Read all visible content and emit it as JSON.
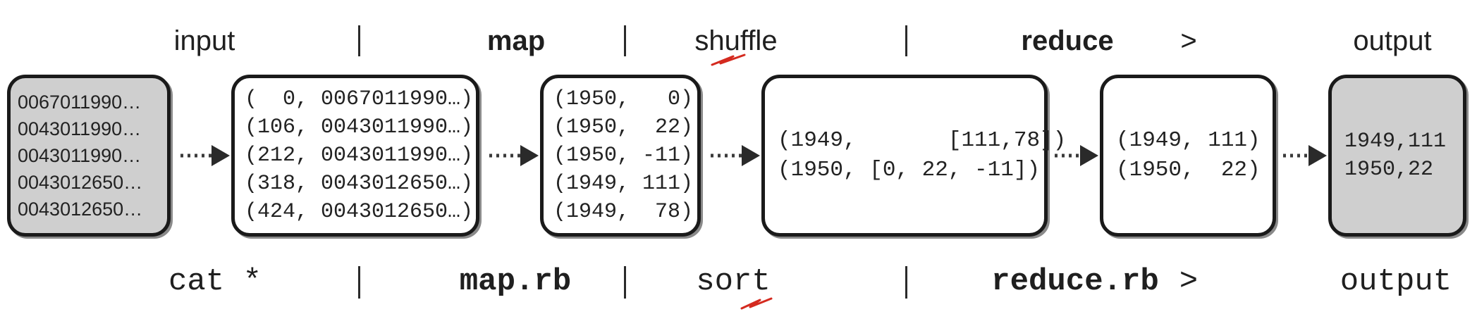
{
  "top_labels": {
    "input": "input",
    "map": "map",
    "shuffle": "shuffle",
    "reduce": "reduce",
    "pipe": ">",
    "output": "output"
  },
  "bottom_labels": {
    "cat": "cat *",
    "map": "map.rb",
    "sort": "sort",
    "reduce": "reduce.rb",
    "pipe": ">",
    "output": "output"
  },
  "input_lines": [
    "0067011990…",
    "0043011990…",
    "0043011990…",
    "0043012650…",
    "0043012650…"
  ],
  "map_input_lines": [
    "(  0, 0067011990…)",
    "(106, 0043011990…)",
    "(212, 0043011990…)",
    "(318, 0043012650…)",
    "(424, 0043012650…)"
  ],
  "map_output_lines": [
    "(1950,   0)",
    "(1950,  22)",
    "(1950, -11)",
    "(1949, 111)",
    "(1949,  78)"
  ],
  "shuffle_lines": [
    "(1949,       [111,78])",
    "(1950, [0, 22, -11])"
  ],
  "reduce_lines": [
    "(1949, 111)",
    "(1950,  22)"
  ],
  "output_lines": [
    "1949,111",
    "1950,22"
  ],
  "colors": {
    "ink": "#1a1a1a",
    "shaded_box": "#cfcfcf",
    "annotation": "#d42a1f"
  }
}
